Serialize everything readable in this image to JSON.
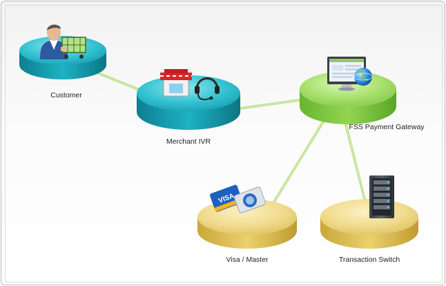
{
  "nodes": {
    "customer": {
      "label": "Customer",
      "color": "#1aa6b7"
    },
    "merchant_ivr": {
      "label": "Merchant IVR",
      "color": "#1aa6b7"
    },
    "fss_gateway": {
      "label": "FSS Payment Gateway",
      "color": "#8fd14f"
    },
    "visa_master": {
      "label": "Visa / Master",
      "color": "#e8c85a"
    },
    "transaction_switch": {
      "label": "Transaction Switch",
      "color": "#e8c85a"
    }
  },
  "connector_color": "#c8e6a0",
  "icons": {
    "customer": "shopper-with-cart-icon",
    "merchant_ivr_store": "storefront-icon",
    "merchant_ivr_headset": "headset-icon",
    "fss_gateway": "computer-globe-icon",
    "visa_master": "credit-cards-icon",
    "transaction_switch": "server-rack-icon"
  }
}
